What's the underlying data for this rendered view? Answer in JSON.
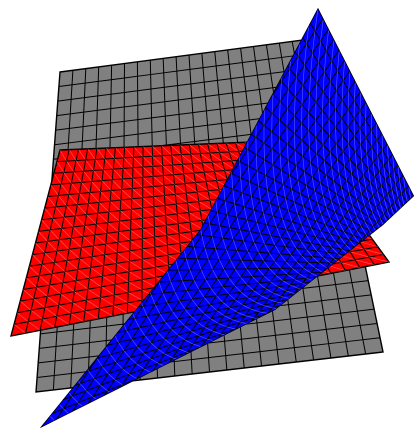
{
  "diagram": {
    "kind": "three intersecting gridded planes rendered in 3D",
    "colors": {
      "background": "#ffffff",
      "grid_line": "#000000"
    },
    "planes": [
      {
        "id": "plane-gray",
        "color": "#808080"
      },
      {
        "id": "plane-red",
        "color": "#ff0000"
      },
      {
        "id": "plane-blue",
        "color": "#0000ff"
      }
    ]
  }
}
